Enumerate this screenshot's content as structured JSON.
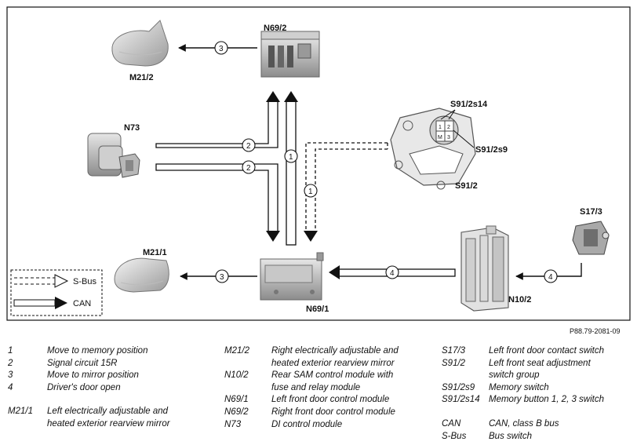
{
  "components": {
    "m21_2": "M21/2",
    "n69_2": "N69/2",
    "n73": "N73",
    "s91_2s14": "S91/2s14",
    "s91_2s9": "S91/2s9",
    "s91_2": "S91/2",
    "s17_3": "S17/3",
    "m21_1": "M21/1",
    "n69_1": "N69/1",
    "n10_2": "N10/2"
  },
  "switch_marks": {
    "a": "1",
    "b": "2",
    "c": "3",
    "m": "M"
  },
  "callouts": {
    "c3_top": "3",
    "c2_a": "2",
    "c2_b": "2",
    "c1_solid": "1",
    "c1_dash": "1",
    "c3_bottom": "3",
    "c4_mid": "4",
    "c4_right": "4"
  },
  "legend": {
    "sbus": "S-Bus",
    "can": "CAN"
  },
  "ref": "P88.79-2081-09",
  "key": {
    "col1": [
      {
        "code": "1",
        "text": "Move to memory position"
      },
      {
        "code": "2",
        "text": "Signal circuit 15R"
      },
      {
        "code": "3",
        "text": "Move to mirror position"
      },
      {
        "code": "4",
        "text": "Driver's door open"
      },
      {
        "code": "M21/1",
        "text": "Left electrically adjustable and",
        "text2": "heated exterior rearview mirror"
      }
    ],
    "col2": [
      {
        "code": "M21/2",
        "text": "Right electrically adjustable and",
        "text2": "heated exterior rearview mirror"
      },
      {
        "code": "N10/2",
        "text": "Rear SAM control module with",
        "text2": "fuse and relay module"
      },
      {
        "code": "N69/1",
        "text": "Left front door control module"
      },
      {
        "code": "N69/2",
        "text": "Right front door control module"
      },
      {
        "code": "N73",
        "text": "DI control module"
      }
    ],
    "col3": [
      {
        "code": "S17/3",
        "text": "Left front door contact switch"
      },
      {
        "code": "S91/2",
        "text": "Left front seat adjustment",
        "text2": "switch group"
      },
      {
        "code": "S91/2s9",
        "text": "Memory switch"
      },
      {
        "code": "S91/2s14",
        "text": "Memory button 1, 2, 3 switch"
      },
      {
        "code": "CAN",
        "text": "CAN, class B bus"
      },
      {
        "code": "S-Bus",
        "text": "Bus switch"
      }
    ]
  }
}
